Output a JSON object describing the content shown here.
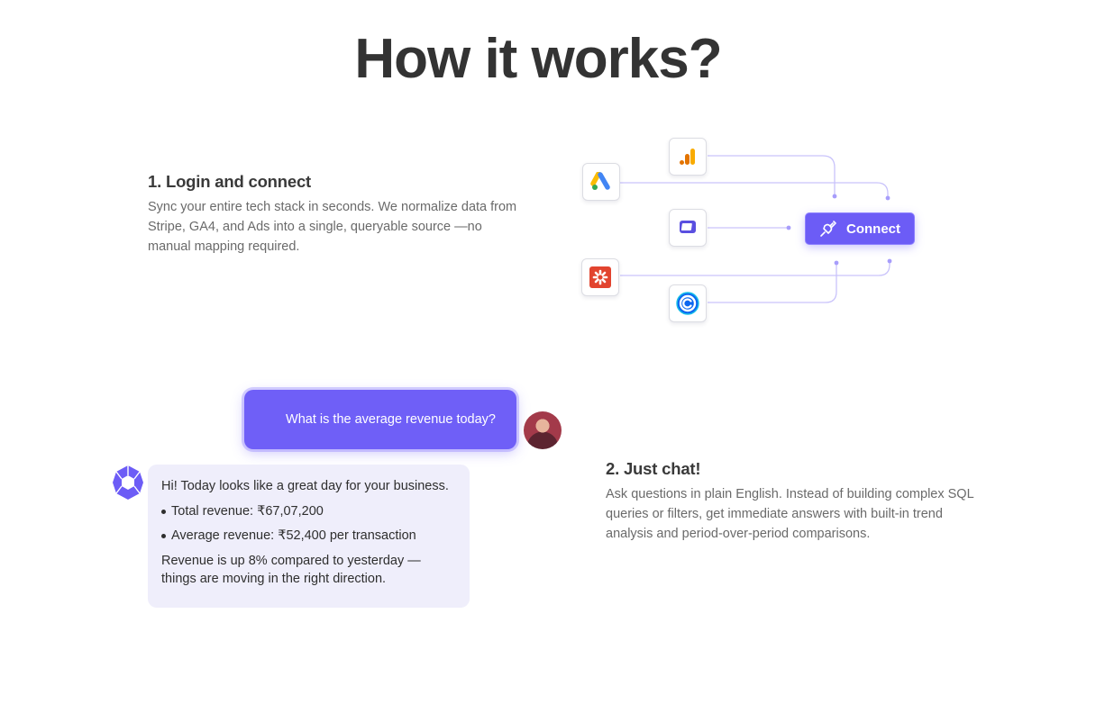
{
  "header": {
    "title": "How it works?"
  },
  "steps": [
    {
      "title": "1. Login and connect",
      "description": "Sync your entire tech stack in seconds. We normalize data from Stripe, GA4, and Ads into a single, queryable source —no manual mapping required."
    },
    {
      "title": "2. Just chat!",
      "description": "Ask questions in plain English. Instead of building complex SQL queries or filters, get immediate answers with built-in trend analysis and period-over-period comparisons."
    }
  ],
  "diagram": {
    "connect_label": "Connect",
    "integrations": [
      {
        "icon": "google-analytics-icon"
      },
      {
        "icon": "google-ads-icon"
      },
      {
        "icon": "framer-icon"
      },
      {
        "icon": "zapier-icon"
      },
      {
        "icon": "calendly-icon"
      }
    ],
    "colors": {
      "accent": "#6c5cf6",
      "line": "#c9c3fb"
    }
  },
  "chat": {
    "user_message": "What is the average revenue today?",
    "bot_greeting": "Hi! Today looks like a great day for your business.",
    "bot_bullets": [
      "Total revenue: ₹67,07,200",
      "Average revenue: ₹52,400 per transaction"
    ],
    "bot_closing": "Revenue is up 8% compared to yesterday — things are moving in the right direction."
  }
}
